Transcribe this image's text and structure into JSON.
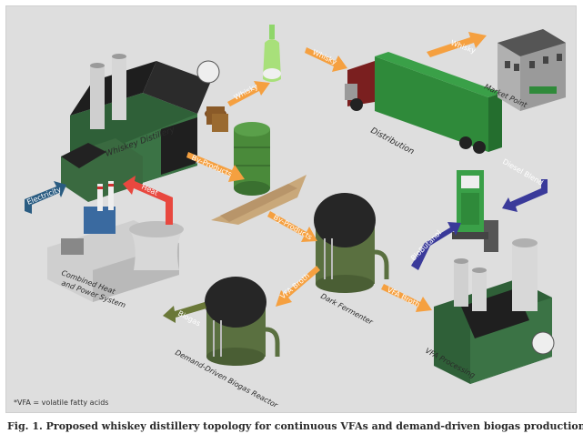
{
  "diagram": {
    "labels": {
      "whiskey_distillery": "Whiskey Distillery",
      "distribution": "Distribution",
      "market_point": "Market Point",
      "dark_fermenter": "Dark Fermenter",
      "demand_driven_biogas_reactor": "Demand-Driven Biogas Reactor",
      "combined_heat_power": "Combined Heat and Power System",
      "vfa_processing": "VFA Processing"
    },
    "arrows": {
      "whisky_1": "Whisky",
      "whisky_2": "Whisky",
      "whisky_3": "Whisky",
      "by_products_1": "By-Products",
      "by_products_2": "By-Products",
      "electricity": "Electricity",
      "heat": "Heat",
      "vfa_broth_1": "VFA Broth",
      "vfa_broth_2": "VFA Broth",
      "biogas": "Biogas",
      "biobutanol": "BioButanol",
      "diesel_blend": "Diesel Blend"
    },
    "colors": {
      "orange_arrow": "#f5a040",
      "blue_arrow": "#2a5c82",
      "red_arrow": "#e8483f",
      "navy_arrow": "#3a3a9a",
      "olive_arrow": "#6a7838",
      "building_green": "#2f6038"
    },
    "footnote": "*VFA = volatile fatty acids"
  },
  "caption": "Fig. 1. Proposed whiskey distillery topology for continuous VFAs and demand-driven biogas production."
}
